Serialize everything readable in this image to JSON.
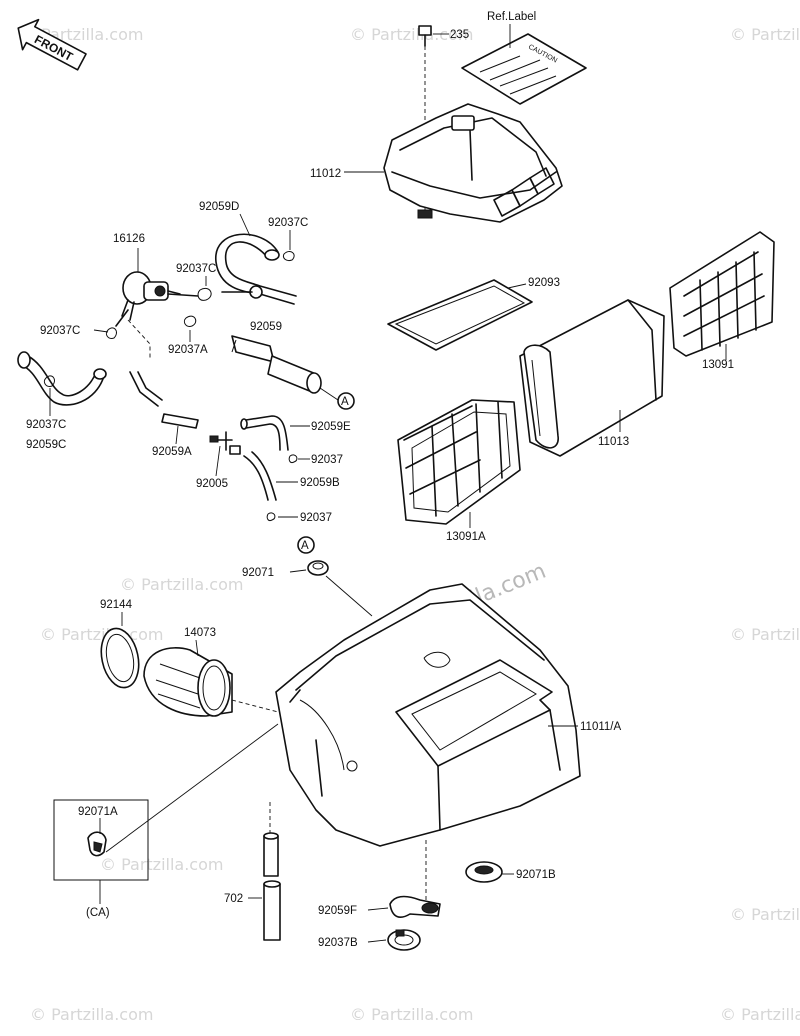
{
  "front_marker": "FRONT",
  "ref_label": "Ref.Label",
  "caution_label": "CAUTION",
  "watermarks": {
    "center": "© Partzilla.com",
    "repeat": "© Partzilla.com"
  },
  "callout_marker": "A",
  "labels": {
    "p235": "235",
    "p11012": "11012",
    "p16126": "16126",
    "p92059D": "92059D",
    "p92037C_a": "92037C",
    "p92037C_b": "92037C",
    "p92037C_c": "92037C",
    "p92037C_d": "92037C",
    "p92059": "92059",
    "p92037A": "92037A",
    "p92059C": "92059C",
    "p92059A": "92059A",
    "p92005": "92005",
    "p92059E": "92059E",
    "p92037_a": "92037",
    "p92059B": "92059B",
    "p92037_b": "92037",
    "p92093": "92093",
    "p13091": "13091",
    "p11013": "11013",
    "p13091A": "13091A",
    "p92071": "92071",
    "p92144": "92144",
    "p14073": "14073",
    "p11011A": "11011/A",
    "p92071A": "92071A",
    "pCA": "(CA)",
    "p702": "702",
    "p92059F": "92059F",
    "p92071B": "92071B",
    "p92037B": "92037B"
  }
}
